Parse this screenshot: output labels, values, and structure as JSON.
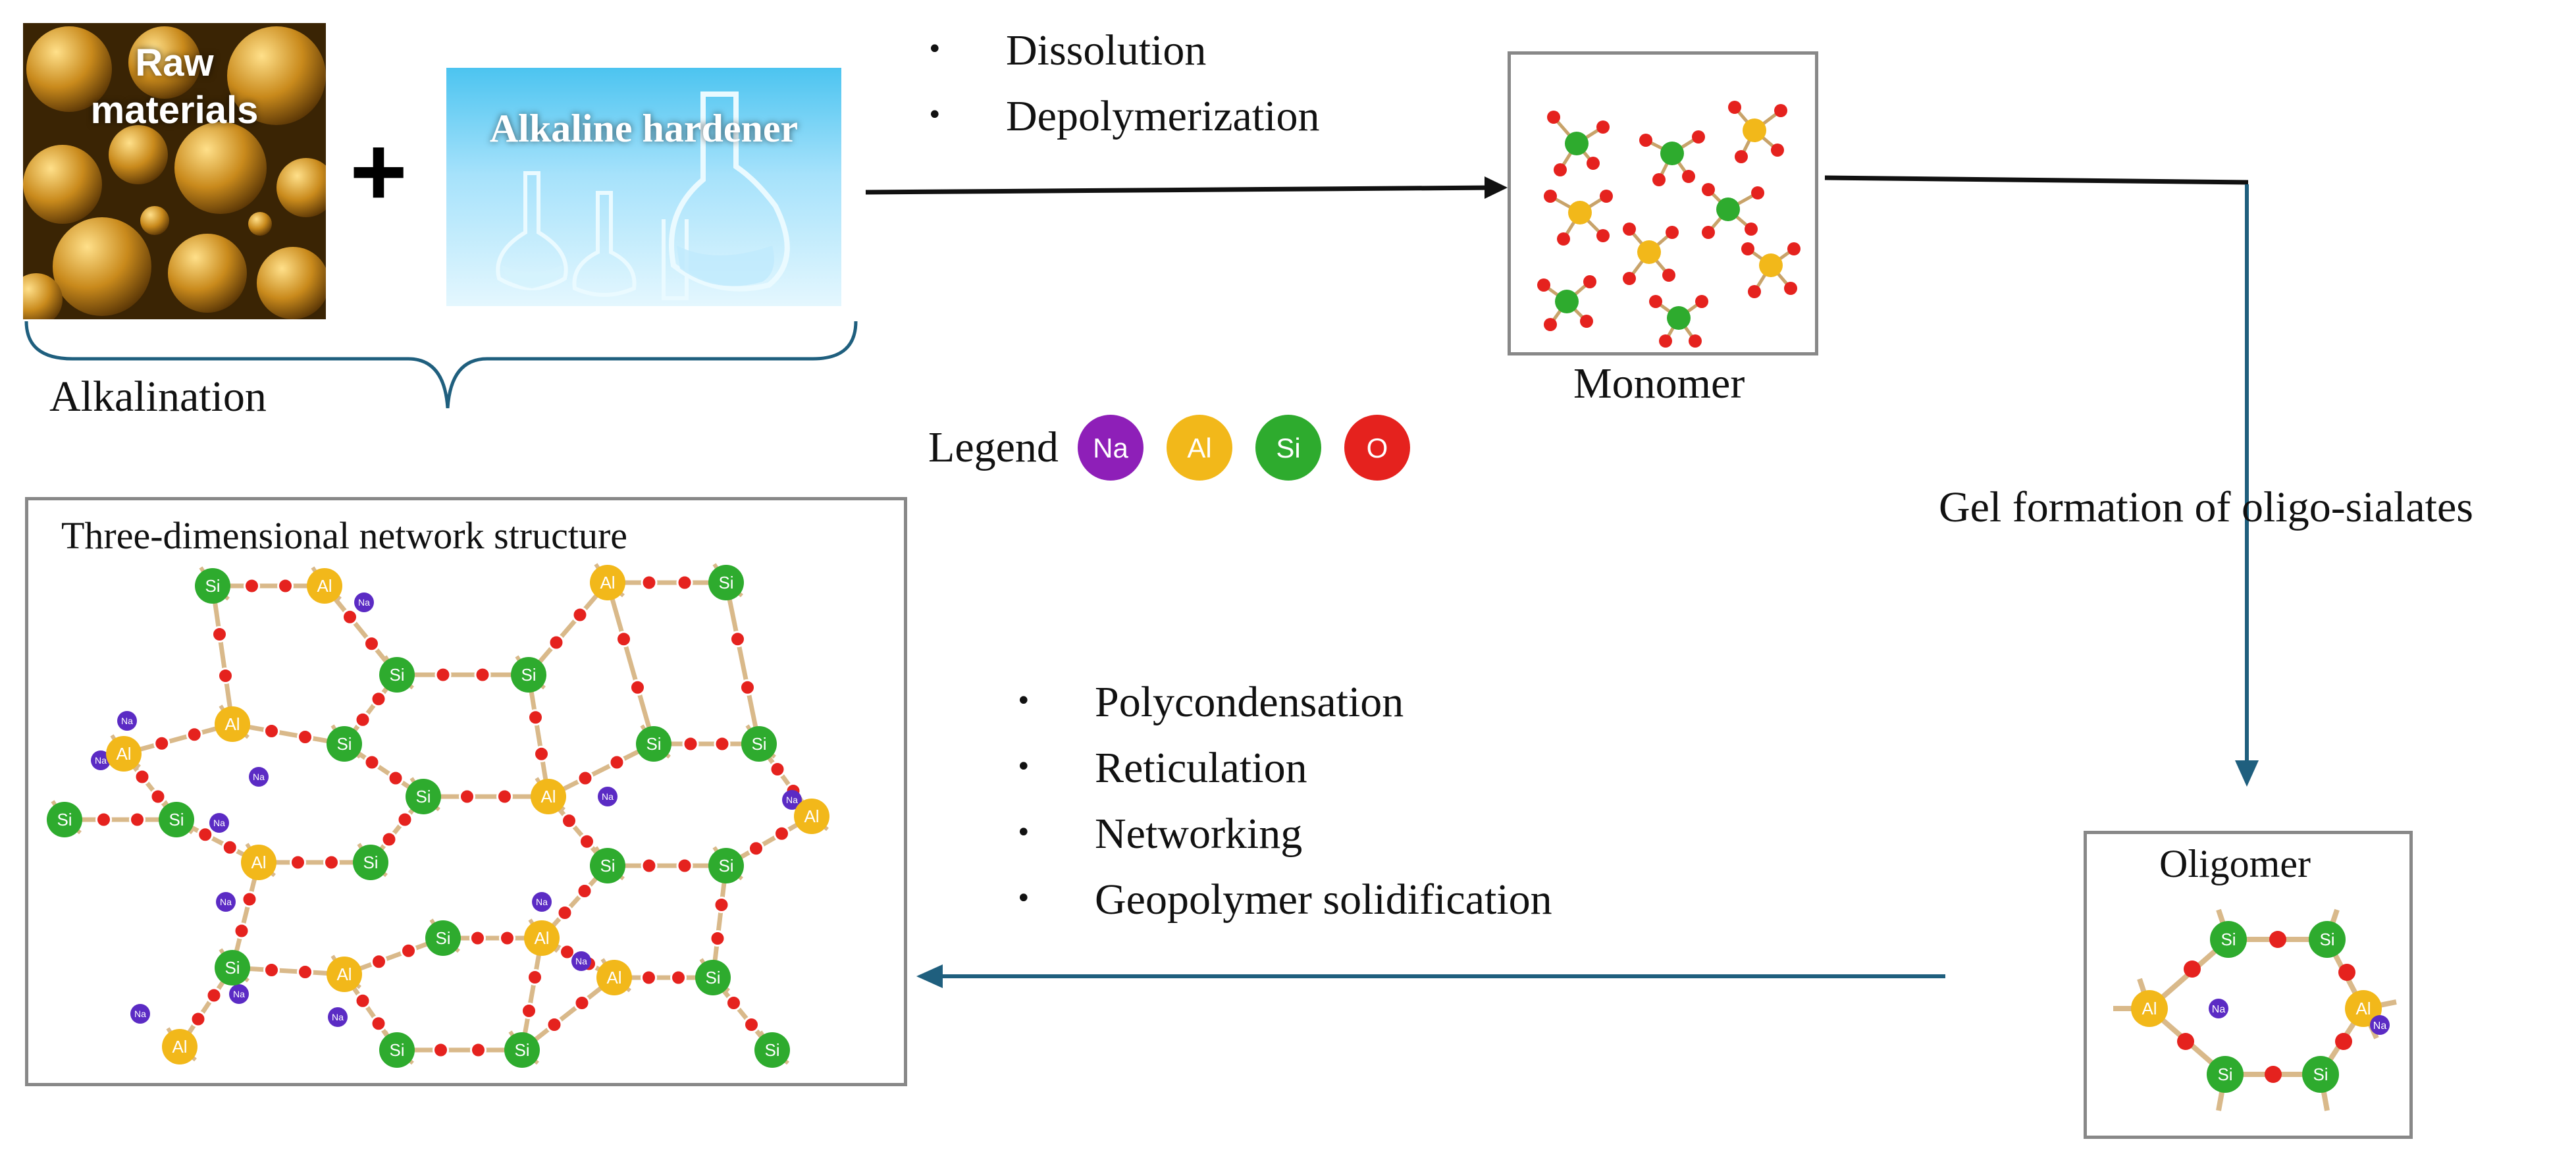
{
  "inputs": {
    "raw_materials_label": "Raw\nmaterials",
    "plus_sign": "+",
    "alkaline_hardener_label": "Alkaline hardener",
    "alkalination_label": "Alkalination"
  },
  "step1": {
    "items": [
      "Dissolution",
      "Depolymerization"
    ]
  },
  "monomer": {
    "label": "Monomer"
  },
  "legend": {
    "title": "Legend",
    "atoms": [
      {
        "symbol": "Na",
        "color": "#8e1fb8"
      },
      {
        "symbol": "Al",
        "color": "#f2b81a"
      },
      {
        "symbol": "Si",
        "color": "#2eab2e"
      },
      {
        "symbol": "O",
        "color": "#e5221e"
      }
    ]
  },
  "step2": {
    "label": "Gel formation of oligo-sialates"
  },
  "oligomer": {
    "label": "Oligomer"
  },
  "step3": {
    "items": [
      "Polycondensation",
      "Reticulation",
      "Networking",
      "Geopolymer solidification"
    ]
  },
  "network": {
    "title": "Three-dimensional network structure"
  },
  "colors": {
    "arrow_black": "#111111",
    "arrow_blue": "#1f5f7e",
    "box_border": "#888888",
    "bond": "#d9b98a"
  }
}
